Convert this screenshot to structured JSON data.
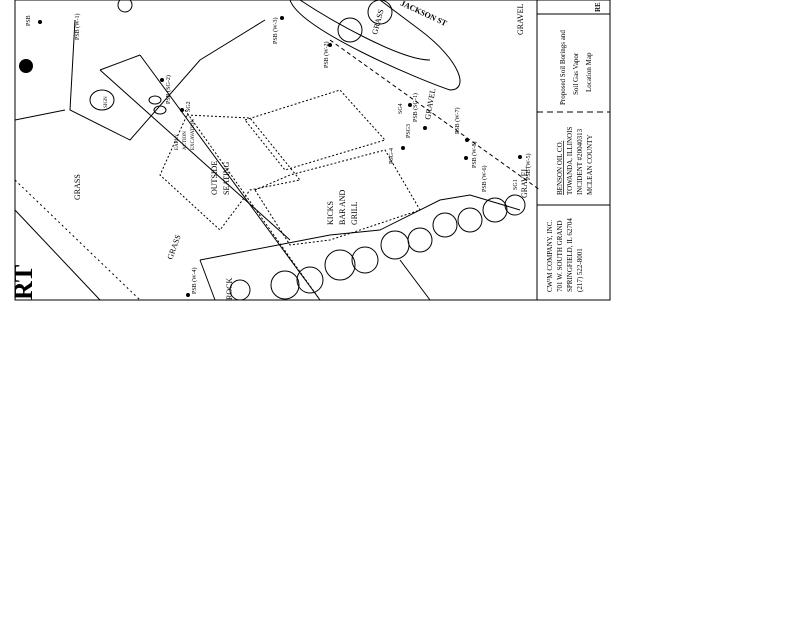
{
  "map": {
    "labels": {
      "grass_left": "GRASS",
      "grass_bottom": "GRASS",
      "grass_top": "GRASS",
      "gravel_top_right": "GRAVEL",
      "gravel_mid": "GRAVEL",
      "gravel_bottom": "GRAVEL",
      "rock": "ROCK",
      "street": "JACKSON ST",
      "sign": "SIGN",
      "outside_seating": [
        "OUTSIDE",
        "SEATING"
      ],
      "building": [
        "KICKS",
        "BAR AND",
        "GRILL"
      ],
      "early_action": [
        "EARLY",
        "ACTION",
        "EXCAVATION"
      ],
      "road_partial": "RT"
    },
    "points": [
      "PSB (W-1)",
      "PSB (W-3)",
      "PSB (W-2)",
      "PSB (W-4)",
      "PSB (SG-2)",
      "PSB (W-6)",
      "PSB (W-5)",
      "PSG-4",
      "PSB (SG-1)",
      "PSB (W-7)",
      "PSB (W-8)",
      "SG1",
      "SG2",
      "SG4",
      "PSG3",
      "PSB"
    ]
  },
  "title_block": {
    "consultant": [
      "CW³M COMPANY, INC.",
      "701 W. SOUTH GRAND",
      "SPRINGFIELD, IL 62704",
      "(217) 522-8001"
    ],
    "client": [
      "BENSON OIL CO.",
      "TOWANDA, ILLINOIS",
      "INCIDENT #20040313",
      "MCLEAN COUNTY"
    ],
    "title": [
      "Proposed Soil Borings and",
      "Soil Gas Vapor",
      "Location Map"
    ],
    "corner": "RE"
  }
}
